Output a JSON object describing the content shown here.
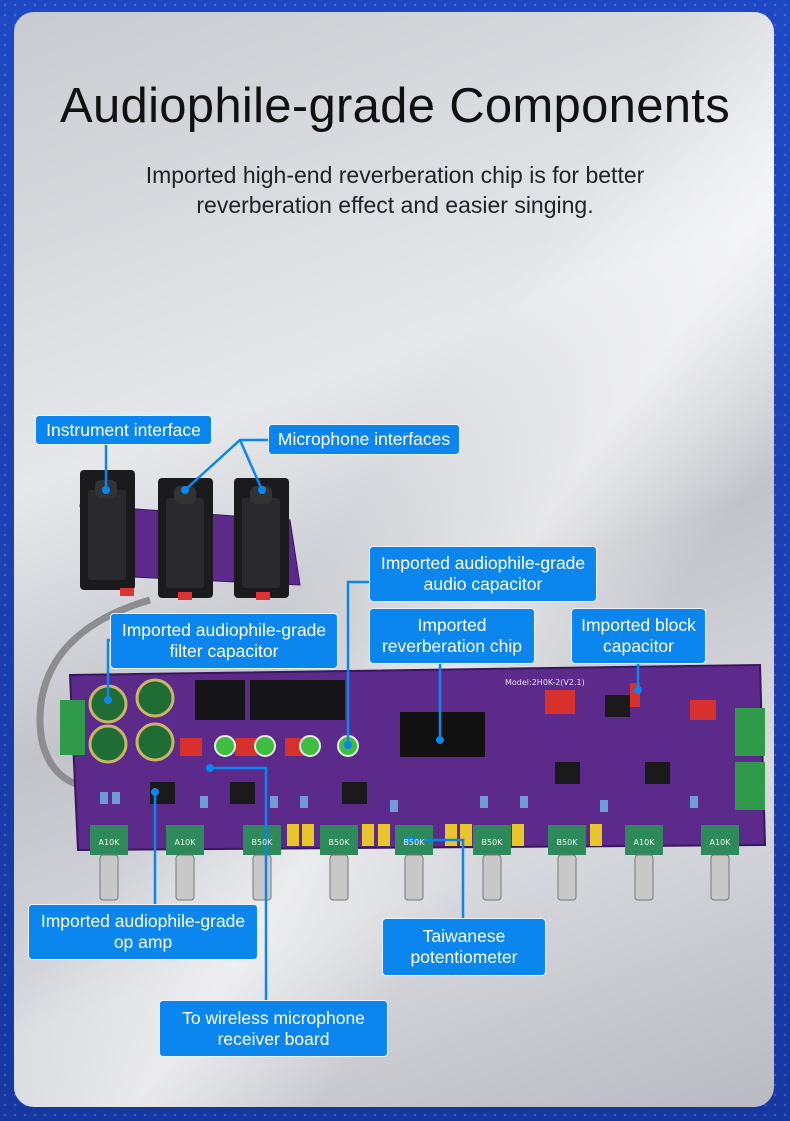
{
  "header": {
    "title": "Audiophile-grade Components",
    "subtitle": "Imported high-end reverberation chip is for better reverberation effect and easier singing."
  },
  "callouts": {
    "instrument_interface": "Instrument interface",
    "microphone_interfaces": "Microphone interfaces",
    "audio_capacitor_line1": "Imported audiophile-grade",
    "audio_capacitor_line2": "audio capacitor",
    "filter_capacitor_line1": "Imported audiophile-grade",
    "filter_capacitor_line2": "filter capacitor",
    "reverb_chip_line1": "Imported",
    "reverb_chip_line2": "reverberation chip",
    "block_capacitor_line1": "Imported block",
    "block_capacitor_line2": "capacitor",
    "op_amp_line1": "Imported audiophile-grade",
    "op_amp_line2": "op amp",
    "potentiometer_line1": "Taiwanese",
    "potentiometer_line2": "potentiometer",
    "wireless_line1": "To wireless microphone",
    "wireless_line2": "receiver board"
  },
  "board": {
    "model_text": "Model:2H0K-2(V2.1)",
    "pot_values": [
      "A10K",
      "A10K",
      "B50K",
      "B50K",
      "B50K",
      "B50K",
      "B50K",
      "A10K",
      "A10K"
    ]
  },
  "colors": {
    "label_bg": "#0b86ee",
    "pcb": "#5b2a8a",
    "background": "#1a3fa8"
  }
}
